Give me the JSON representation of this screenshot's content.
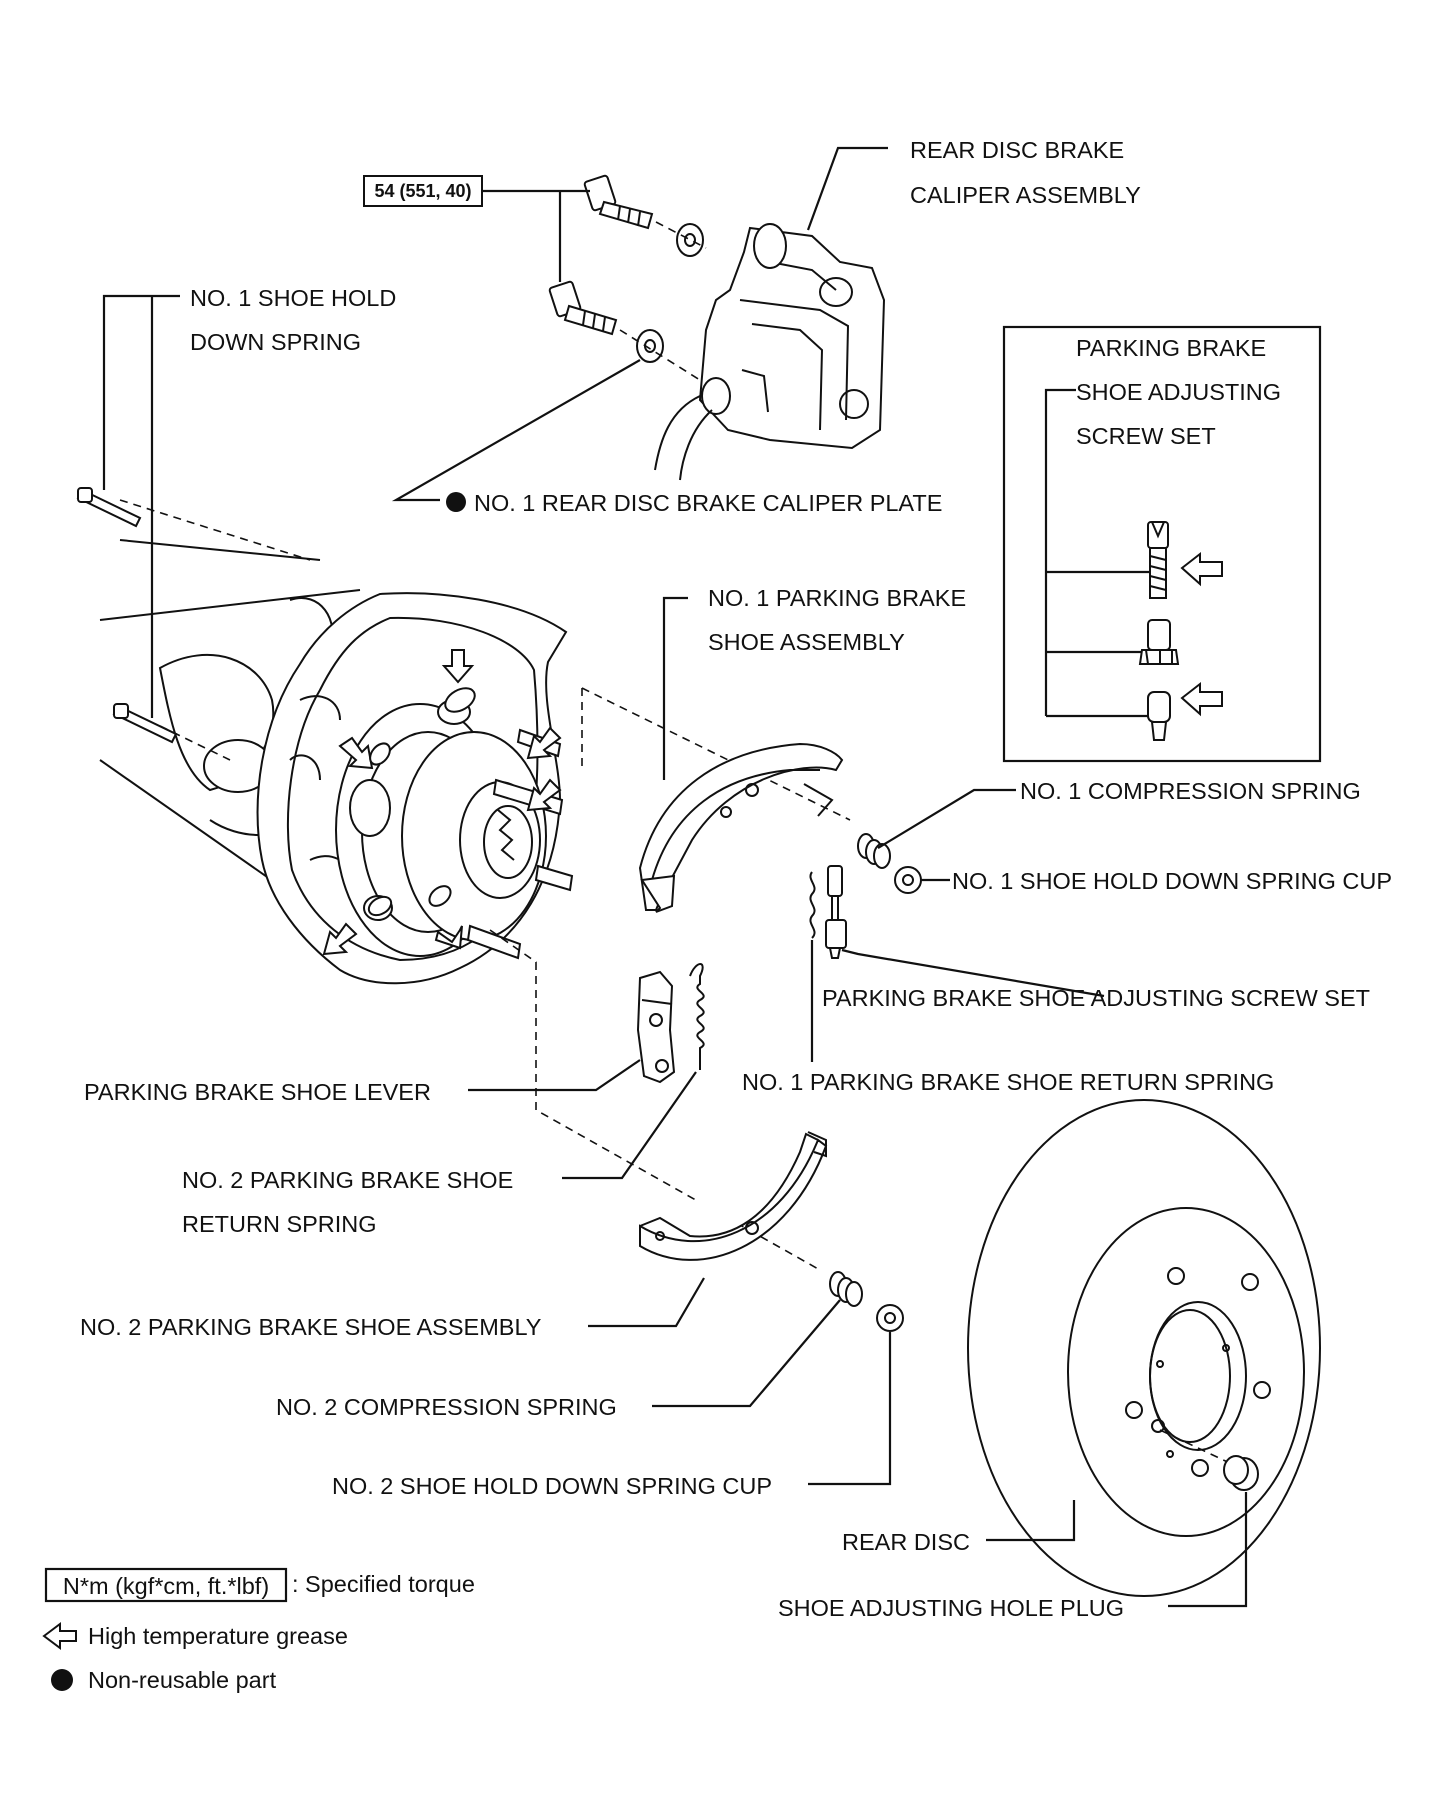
{
  "torque_label": "54 (551, 40)",
  "labels": {
    "caliper_1": "REAR DISC BRAKE",
    "caliper_2": "CALIPER ASSEMBLY",
    "hold_down_spring_1": "NO. 1 SHOE HOLD",
    "hold_down_spring_2": "DOWN SPRING",
    "caliper_plate": "NO. 1 REAR DISC BRAKE CALIPER PLATE",
    "shoe1_1": "NO. 1 PARKING BRAKE",
    "shoe1_2": "SHOE ASSEMBLY",
    "compression1": "NO. 1 COMPRESSION SPRING",
    "cup1": "NO. 1 SHOE HOLD DOWN SPRING CUP",
    "adjusting_screw": "PARKING BRAKE SHOE ADJUSTING SCREW SET",
    "return_spring1": "NO. 1 PARKING BRAKE SHOE RETURN SPRING",
    "shoe_lever": "PARKING BRAKE SHOE LEVER",
    "return_spring2_1": "NO. 2 PARKING BRAKE SHOE",
    "return_spring2_2": "RETURN SPRING",
    "shoe2": "NO. 2 PARKING BRAKE SHOE ASSEMBLY",
    "compression2": "NO. 2 COMPRESSION SPRING",
    "cup2": "NO. 2 SHOE HOLD DOWN SPRING CUP",
    "rear_disc": "REAR DISC",
    "hole_plug": "SHOE ADJUSTING HOLE PLUG"
  },
  "inset": {
    "line1": "PARKING BRAKE",
    "line2": "SHOE ADJUSTING",
    "line3": "SCREW SET"
  },
  "legend": {
    "torque_box": "N*m (kgf*cm, ft.*lbf)",
    "torque_text": ": Specified torque",
    "grease_text": "High temperature grease",
    "nonreusable_text": "Non-reusable part"
  },
  "icons": {
    "grease": "outline-arrow-icon",
    "nonreusable": "filled-circle-icon"
  }
}
